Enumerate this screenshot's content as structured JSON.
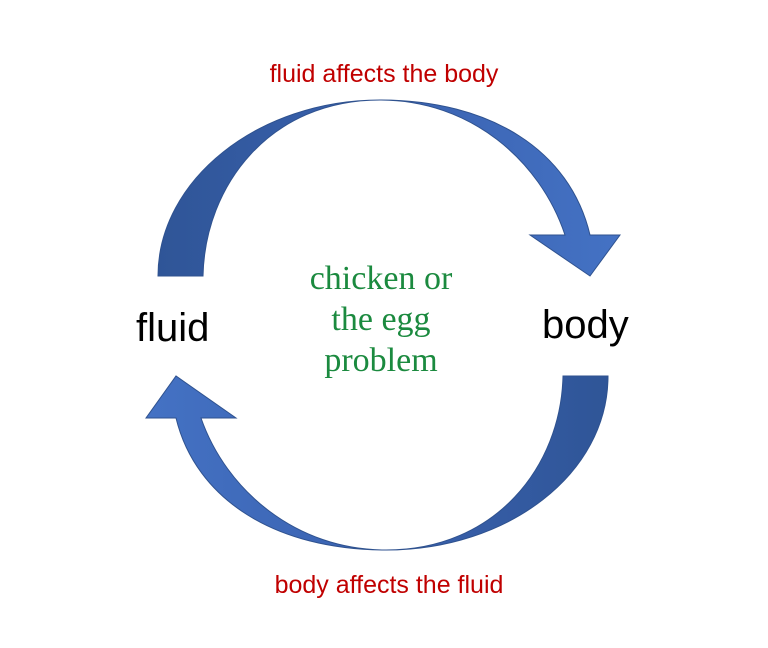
{
  "diagram": {
    "top_caption": "fluid affects the body",
    "bottom_caption": "body affects the fluid",
    "left_node": "fluid",
    "right_node": "body",
    "center_lines": [
      "chicken or",
      "the egg",
      "problem"
    ]
  },
  "colors": {
    "arrow_fill": "#4472c4",
    "arrow_dark": "#2f5597",
    "arrow_stroke": "#2f528f",
    "caption": "#c00000",
    "center_text": "#1b8a3f",
    "node_text": "#000000"
  }
}
